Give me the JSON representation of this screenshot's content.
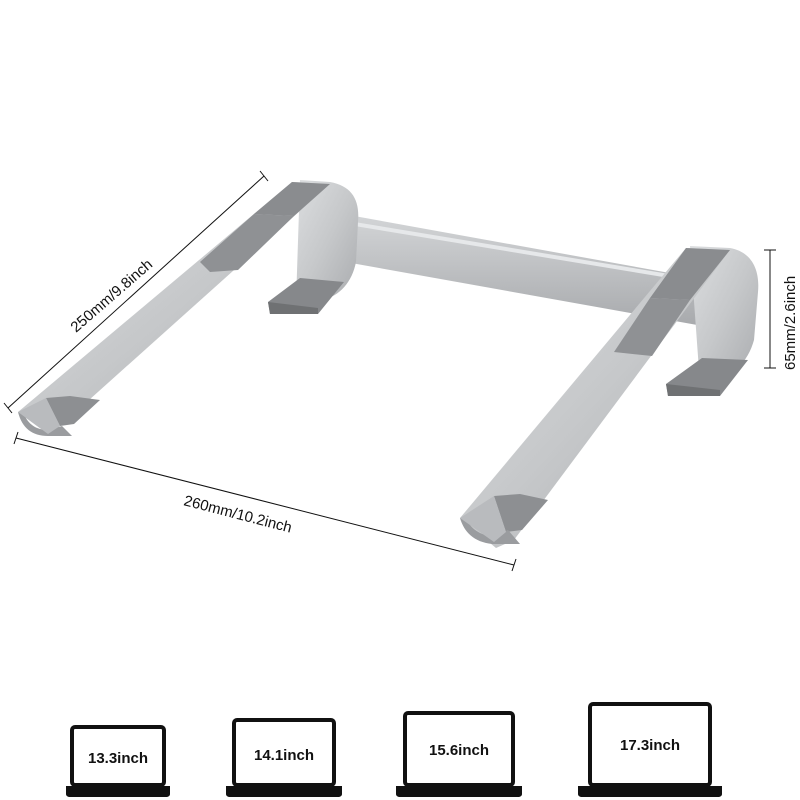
{
  "dimensions": {
    "length": "250mm/9.8inch",
    "width": "260mm/10.2inch",
    "height": "65mm/2.6inch"
  },
  "compatible_sizes": [
    {
      "label": "13.3inch"
    },
    {
      "label": "14.1inch"
    },
    {
      "label": "15.6inch"
    },
    {
      "label": "17.3inch"
    }
  ],
  "colors": {
    "aluminum": "#c8cacc",
    "aluminum_dark": "#9ea0a3",
    "pad": "#7a7c7e",
    "laptop_outline": "#111111"
  }
}
